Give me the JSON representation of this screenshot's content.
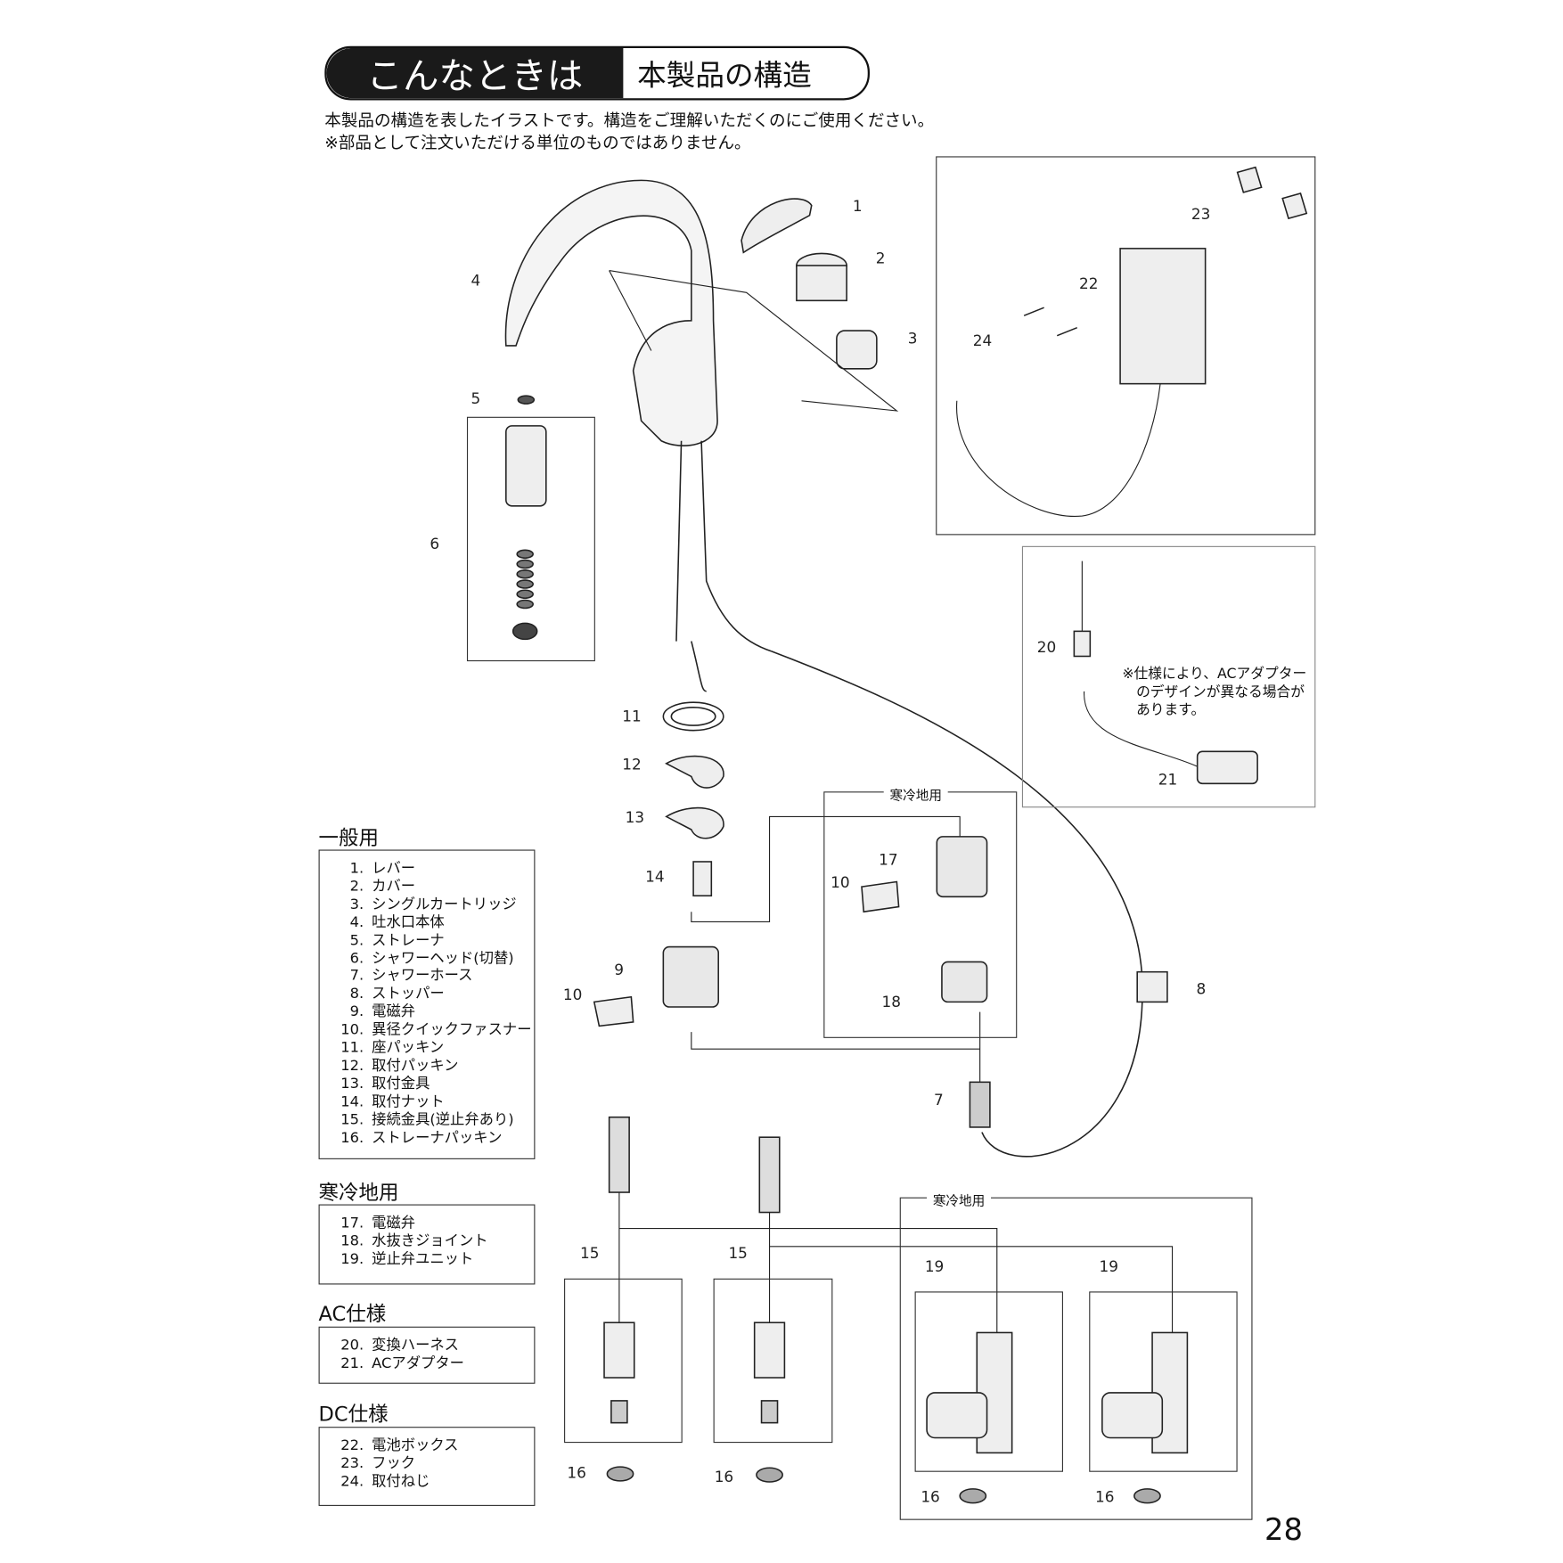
{
  "header": {
    "section": "こんなときは",
    "title": "本製品の構造"
  },
  "intro": [
    "本製品の構造を表したイラストです。構造をご理解いただくのにご使用ください。",
    "※部品として注文いただける単位のものではありません。"
  ],
  "lists": {
    "general": {
      "heading": "一般用",
      "items": [
        [
          "1.",
          "レバー"
        ],
        [
          "2.",
          "カバー"
        ],
        [
          "3.",
          "シングルカートリッジ"
        ],
        [
          "4.",
          "吐水口本体"
        ],
        [
          "5.",
          "ストレーナ"
        ],
        [
          "6.",
          "シャワーヘッド(切替)"
        ],
        [
          "7.",
          "シャワーホース"
        ],
        [
          "8.",
          "ストッパー"
        ],
        [
          "9.",
          "電磁弁"
        ],
        [
          "10.",
          "異径クイックファスナー"
        ],
        [
          "11.",
          "座パッキン"
        ],
        [
          "12.",
          "取付パッキン"
        ],
        [
          "13.",
          "取付金具"
        ],
        [
          "14.",
          "取付ナット"
        ],
        [
          "15.",
          "接続金具(逆止弁あり)"
        ],
        [
          "16.",
          "ストレーナパッキン"
        ]
      ]
    },
    "cold": {
      "heading": "寒冷地用",
      "items": [
        [
          "17.",
          "電磁弁"
        ],
        [
          "18.",
          "水抜きジョイント"
        ],
        [
          "19.",
          "逆止弁ユニット"
        ]
      ]
    },
    "ac": {
      "heading": "AC仕様",
      "items": [
        [
          "20.",
          "変換ハーネス"
        ],
        [
          "21.",
          "ACアダプター"
        ]
      ]
    },
    "dc": {
      "heading": "DC仕様",
      "items": [
        [
          "22.",
          "電池ボックス"
        ],
        [
          "23.",
          "フック"
        ],
        [
          "24.",
          "取付ねじ"
        ]
      ]
    }
  },
  "diagram": {
    "cold_tag": "寒冷地用",
    "ac_note": [
      "※仕様により、ACアダプター",
      "のデザインが異なる場合が",
      "あります。"
    ],
    "labels": [
      "1",
      "2",
      "3",
      "4",
      "5",
      "6",
      "11",
      "12",
      "13",
      "14",
      "9",
      "10",
      "17",
      "10",
      "18",
      "8",
      "7",
      "23",
      "22",
      "24",
      "20",
      "21",
      "15",
      "15",
      "19",
      "19",
      "16",
      "16",
      "16",
      "16"
    ]
  },
  "page_number": "28"
}
